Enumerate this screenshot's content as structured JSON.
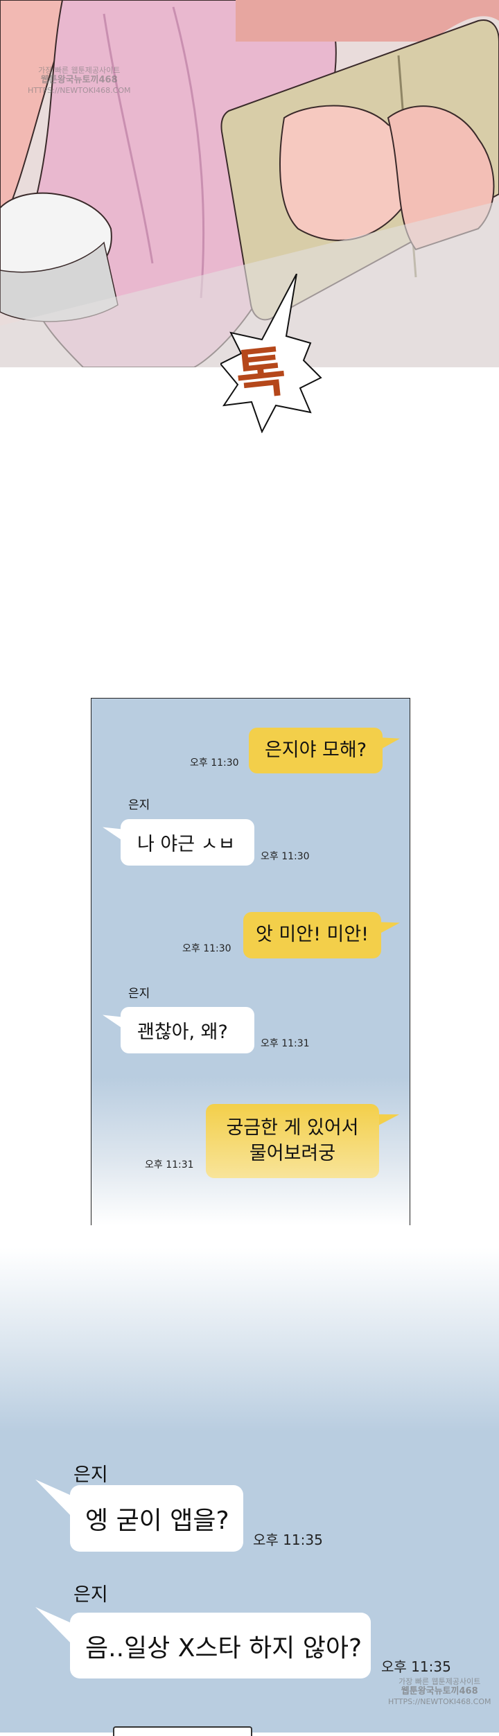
{
  "panel_top": {
    "sound_effect": "톡",
    "sound_effect_color": "#b5471a"
  },
  "chat_window": {
    "background": "#b9cde0",
    "my_bubble_color": "#f3cf4a",
    "their_bubble_color": "#ffffff",
    "messages": [
      {
        "sender": "me",
        "text": "은지야 모해?",
        "time": "오후 11:30"
      },
      {
        "sender": "은지",
        "text": "나 야근 ㅅㅂ",
        "time": "오후 11:30"
      },
      {
        "sender": "me",
        "text": "앗 미안! 미안!",
        "time": "오후 11:30"
      },
      {
        "sender": "은지",
        "text": "괜찮아, 왜?",
        "time": "오후 11:31"
      },
      {
        "sender": "me",
        "text_line1": "궁금한 게 있어서",
        "text_line2": "물어보려궁",
        "time": "오후 11:31"
      }
    ]
  },
  "closeup_chat": {
    "messages": [
      {
        "sender": "은지",
        "text": "엥 굳이 앱을?",
        "time": "오후 11:35"
      },
      {
        "sender": "은지",
        "text": "음..일상 X스타 하지 않아?",
        "time": "오후 11:35"
      }
    ]
  },
  "watermark": {
    "line1": "가장 빠른 웹툰제공사이트",
    "line2": "웹툰왕국뉴토끼468",
    "line3": "HTTPS://NEWTOKI468.COM"
  }
}
